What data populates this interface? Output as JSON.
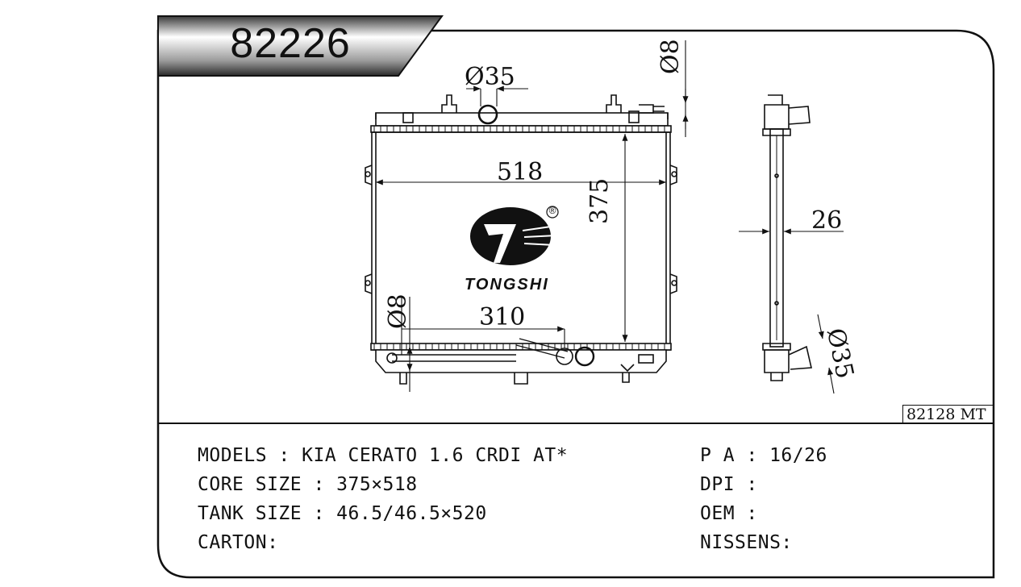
{
  "part_number": "82226",
  "reference_code": "82128 MT",
  "brand": {
    "name": "TONGSHI",
    "registered_mark": "®"
  },
  "dimensions": {
    "width": "518",
    "height": "375",
    "thickness": "26",
    "inlet_diameter": "Ø35",
    "outlet_diameter": "Ø35",
    "top_fitting_diameter": "Ø8",
    "bottom_fitting_diameter": "Ø8",
    "pipe_offset": "310"
  },
  "specs": {
    "models_label": "MODELS : KIA CERATO 1.6 CRDI AT*",
    "core_size_label": "CORE SIZE : 375×518",
    "tank_size_label": "TANK SIZE : 46.5/46.5×520",
    "carton_label": "CARTON:",
    "pa_label": "P A : 16/26",
    "dpi_label": "DPI :",
    "oem_label": "OEM :",
    "nissens_label": "NISSENS:"
  }
}
